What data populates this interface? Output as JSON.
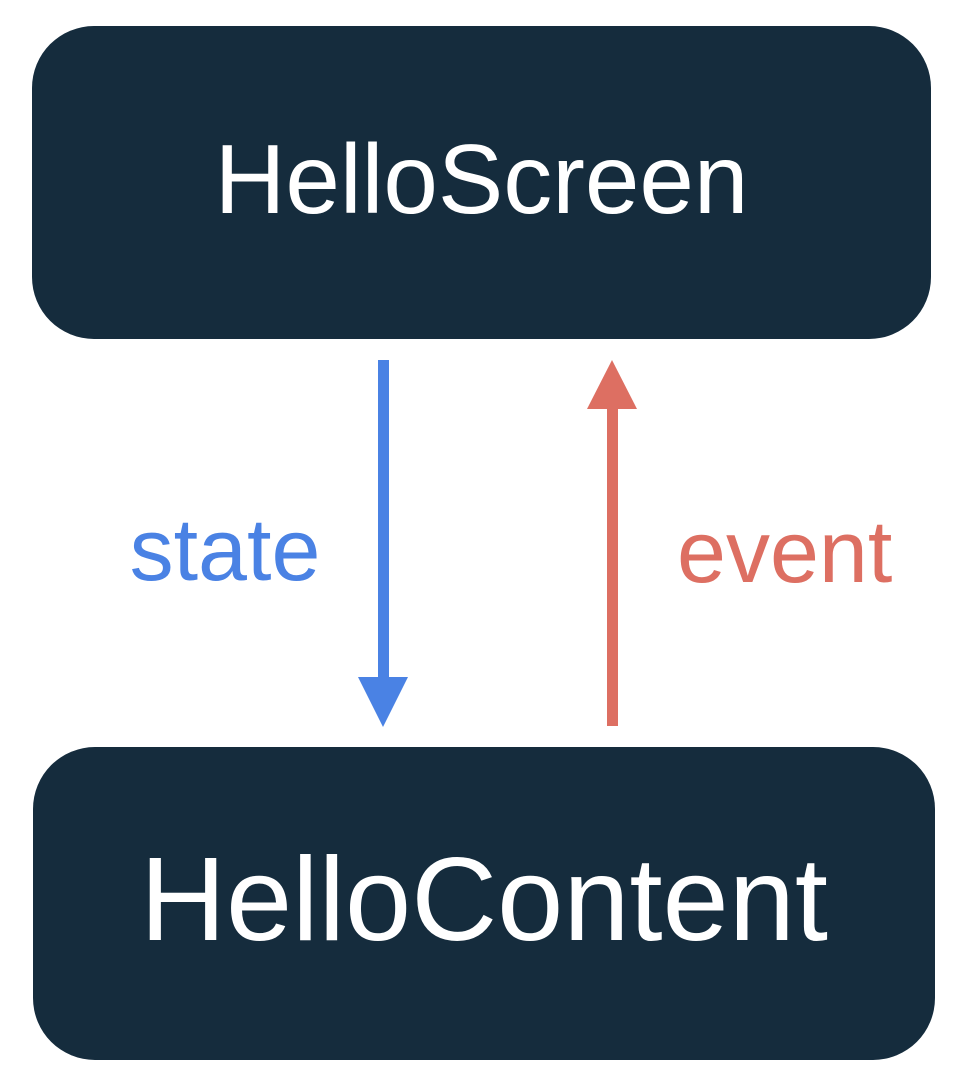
{
  "diagram": {
    "nodes": [
      {
        "id": "hello-screen",
        "label": "HelloScreen"
      },
      {
        "id": "hello-content",
        "label": "HelloContent"
      }
    ],
    "edges": [
      {
        "id": "state",
        "label": "state",
        "direction": "down",
        "color": "#4A82E4"
      },
      {
        "id": "event",
        "label": "event",
        "direction": "up",
        "color": "#DD6F62"
      }
    ],
    "colors": {
      "background": "#FFFFFF",
      "node_fill": "#152C3D",
      "node_text": "#FFFFFF",
      "state_arrow": "#4A82E4",
      "event_arrow": "#DD6F62"
    }
  }
}
